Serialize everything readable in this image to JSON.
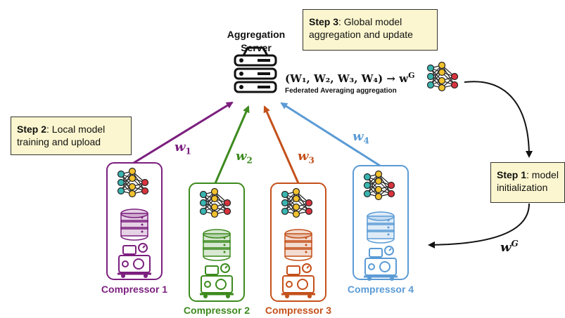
{
  "server": {
    "title_line1": "Aggregation",
    "title_line2": "Server"
  },
  "formula": {
    "text": "(W₁, W₂, W₃, W₄) → w",
    "superscript": "G",
    "caption": "Federated Averaging aggregation"
  },
  "steps": [
    {
      "bold": "Step 3",
      "text_line1": ": Global model",
      "text_line2": "aggregation and update"
    },
    {
      "bold": "Step 2",
      "text_line1": ": Local model",
      "text_line2": "training and upload"
    },
    {
      "bold": "Step 1",
      "text_line1": ": model",
      "text_line2": "initialization"
    }
  ],
  "global_weight": {
    "base": "w",
    "superscript": "G"
  },
  "weights": [
    {
      "base": "w",
      "sub": "1",
      "color": "#7b1f7e"
    },
    {
      "base": "w",
      "sub": "2",
      "color": "#3d8a1e"
    },
    {
      "base": "w",
      "sub": "3",
      "color": "#c4501a"
    },
    {
      "base": "w",
      "sub": "4",
      "color": "#5b9bd5"
    }
  ],
  "compressors": [
    {
      "label": "Compressor 1",
      "color": "#7b1f7e"
    },
    {
      "label": "Compressor 2",
      "color": "#3d8a1e"
    },
    {
      "label": "Compressor 3",
      "color": "#c4501a"
    },
    {
      "label": "Compressor 4",
      "color": "#5b9bd5"
    }
  ],
  "colors": {
    "note_fill": "#fbf6cf",
    "node_teal": "#3ab5b0",
    "node_yellow": "#f2c12e",
    "node_red": "#d9343e",
    "ink": "#111111"
  },
  "icons": [
    "server-icon",
    "neural-network-icon",
    "database-icon",
    "compressor-icon"
  ]
}
